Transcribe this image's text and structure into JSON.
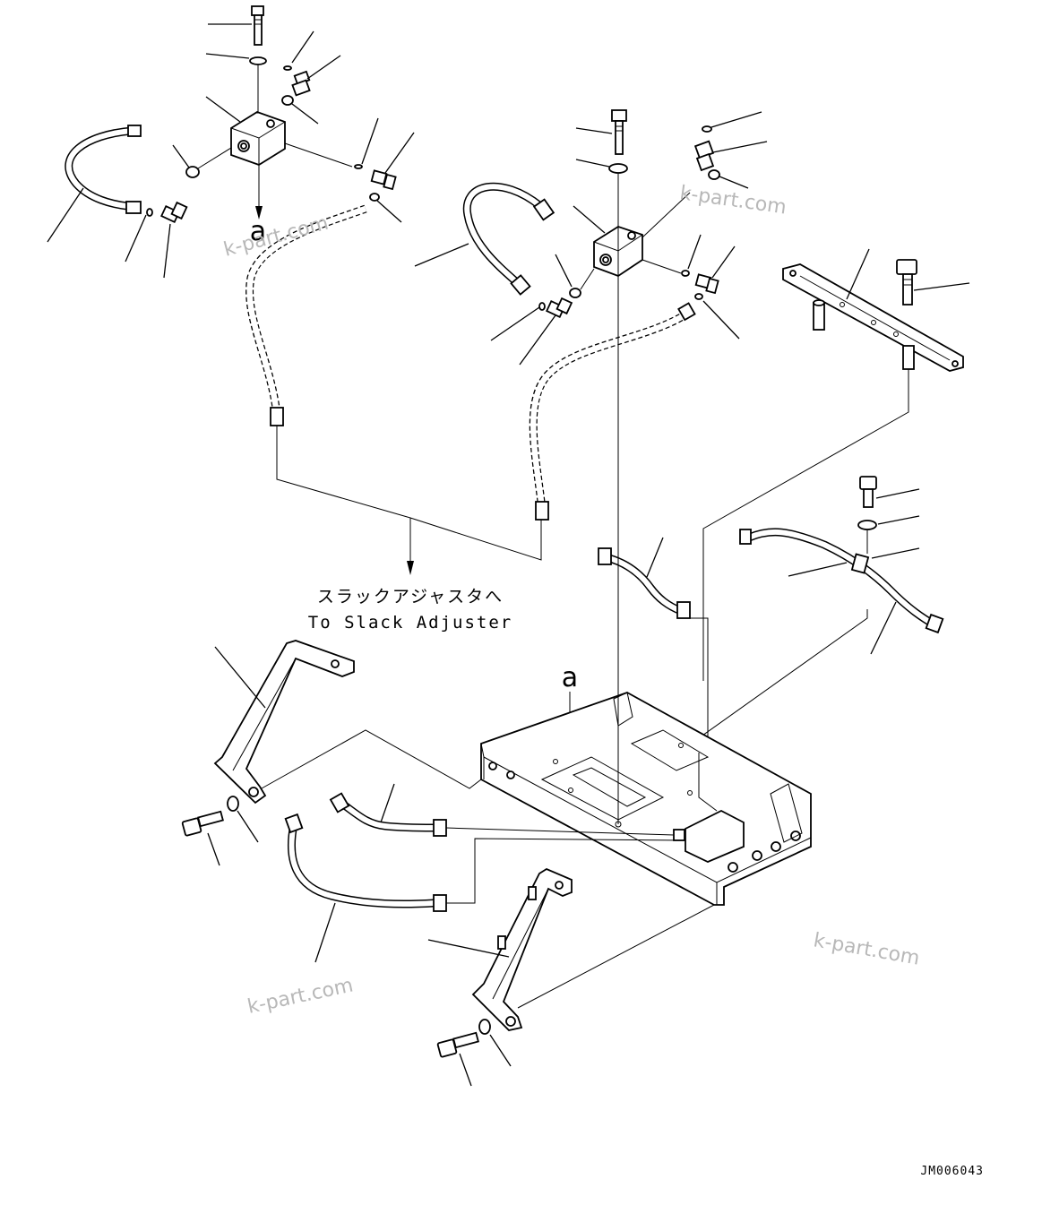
{
  "notes": {
    "slack_adjuster_jp": "スラックアジャスタへ",
    "slack_adjuster_en": "To Slack Adjuster",
    "view_ref_a": "a",
    "view_ref_a_small": "a"
  },
  "watermarks": [
    "k-part.com",
    "k-part.com",
    "k-part.com",
    "k-part.com"
  ],
  "drawing_code": "JM006043"
}
